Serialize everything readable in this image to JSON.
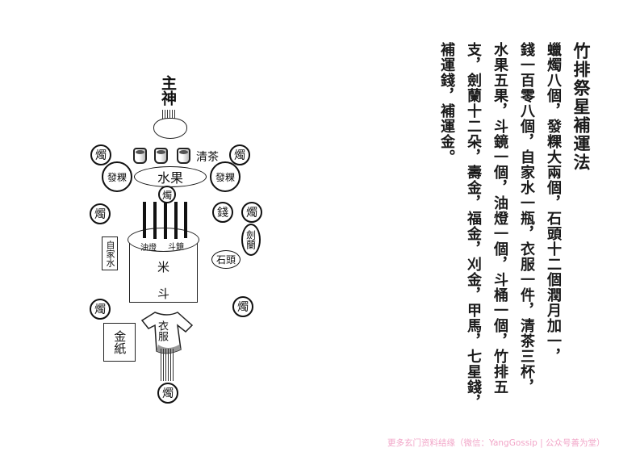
{
  "diagram": {
    "main_deity": "主神",
    "candle": "燭",
    "fa_kueh": "發粿",
    "fruit": "水果",
    "tea": "清茶",
    "coins": "錢",
    "gladiolus": "劍蘭",
    "stones": "石頭",
    "home_water": "自家水",
    "oil_lamp": "油燈",
    "dou_mirror": "斗鏡",
    "rice": "米",
    "dou": "斗",
    "gold_paper": "金紙",
    "clothes": "衣服"
  },
  "text": {
    "title": "竹排祭星補運法",
    "lines": [
      "蠟燭八個，發粿大兩個，石頭十二個潤月加一，",
      "錢一百零八個，自家水一瓶，衣服一件，清茶三杯，",
      "水果五果，斗鏡一個，油燈一個，斗桶一個，竹排五",
      "支，劍蘭十二朵，壽金，福金，刈金，甲馬，七星錢，",
      "補運錢，補運金。"
    ]
  },
  "footer": "更多玄门资料结缘（微信：YangGossip | 公众号善为堂）",
  "colors": {
    "footer": "#f2a6c8",
    "ink": "#111111"
  }
}
